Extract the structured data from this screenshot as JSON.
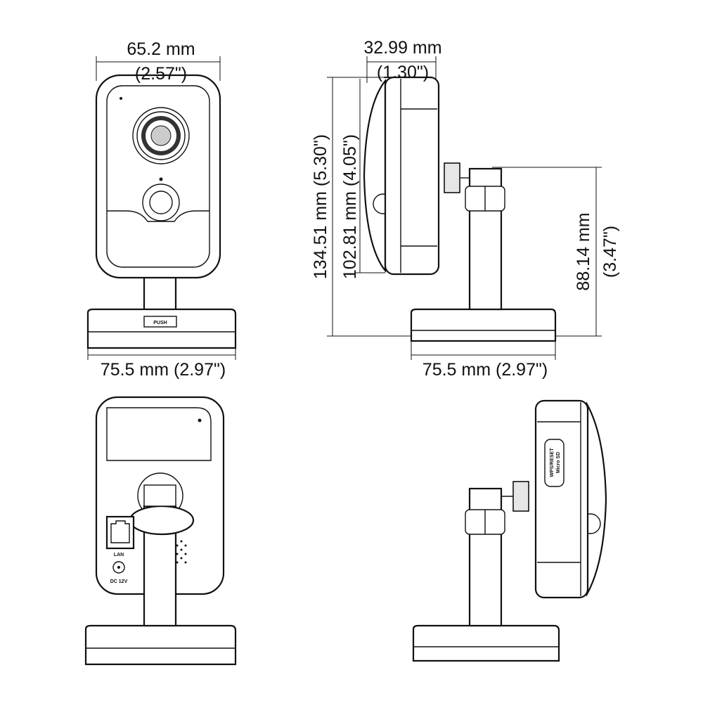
{
  "front_view": {
    "width_mm": "65.2 mm",
    "width_in": "(2.57\")",
    "base_width": "75.5 mm (2.97\")",
    "push_label": "PUSH"
  },
  "side_view": {
    "depth_mm": "32.99 mm",
    "depth_in": "(1.30\")",
    "total_height": "134.51 mm (5.30\")",
    "body_height": "102.81 mm (4.05\")",
    "mount_height_mm": "88.14 mm",
    "mount_height_in": "(3.47\")",
    "base_width": "75.5 mm (2.97\")"
  },
  "back_view": {
    "lan_label": "LAN",
    "power_label": "DC 12V"
  },
  "rear_side_view": {
    "reset_label": "WPS/RESET",
    "sd_label": "Micro SD"
  }
}
